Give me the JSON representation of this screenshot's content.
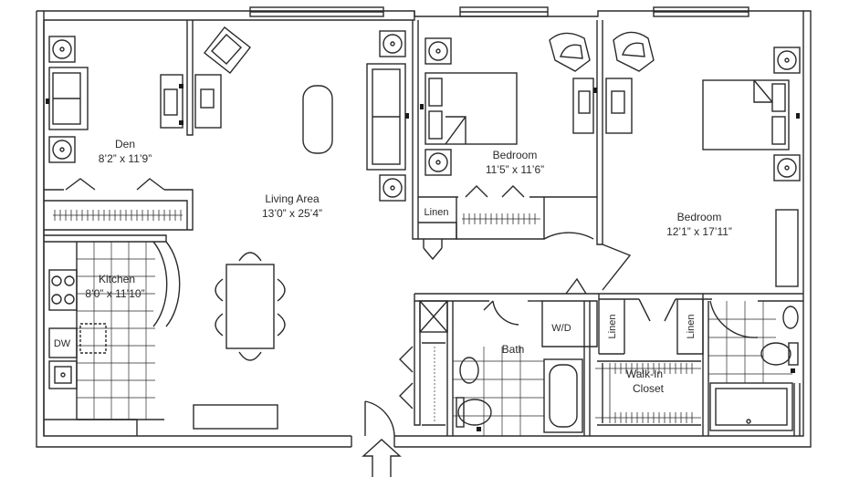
{
  "rooms": {
    "den": {
      "name": "Den",
      "dims": "8’2” x 11’9”"
    },
    "living": {
      "name": "Living Area",
      "dims": "13’0” x 25’4”"
    },
    "bedroom1": {
      "name": "Bedroom",
      "dims": "11’5” x 11’6”"
    },
    "bedroom2": {
      "name": "Bedroom",
      "dims": "12’1” x 17’11”"
    },
    "kitchen": {
      "name": "Kitchen",
      "dims": "8’0” x 11’10”"
    },
    "bath": {
      "name": "Bath"
    },
    "closet": {
      "name": "Walk-In",
      "name2": "Closet"
    }
  },
  "labels": {
    "linen_a": "Linen",
    "linen_b": "Linen",
    "linen_c": "Linen",
    "wd": "W/D",
    "dw": "DW"
  },
  "colors": {
    "line": "#2a2a2a",
    "fill": "#ffffff",
    "wall": "#e9e9e9"
  }
}
